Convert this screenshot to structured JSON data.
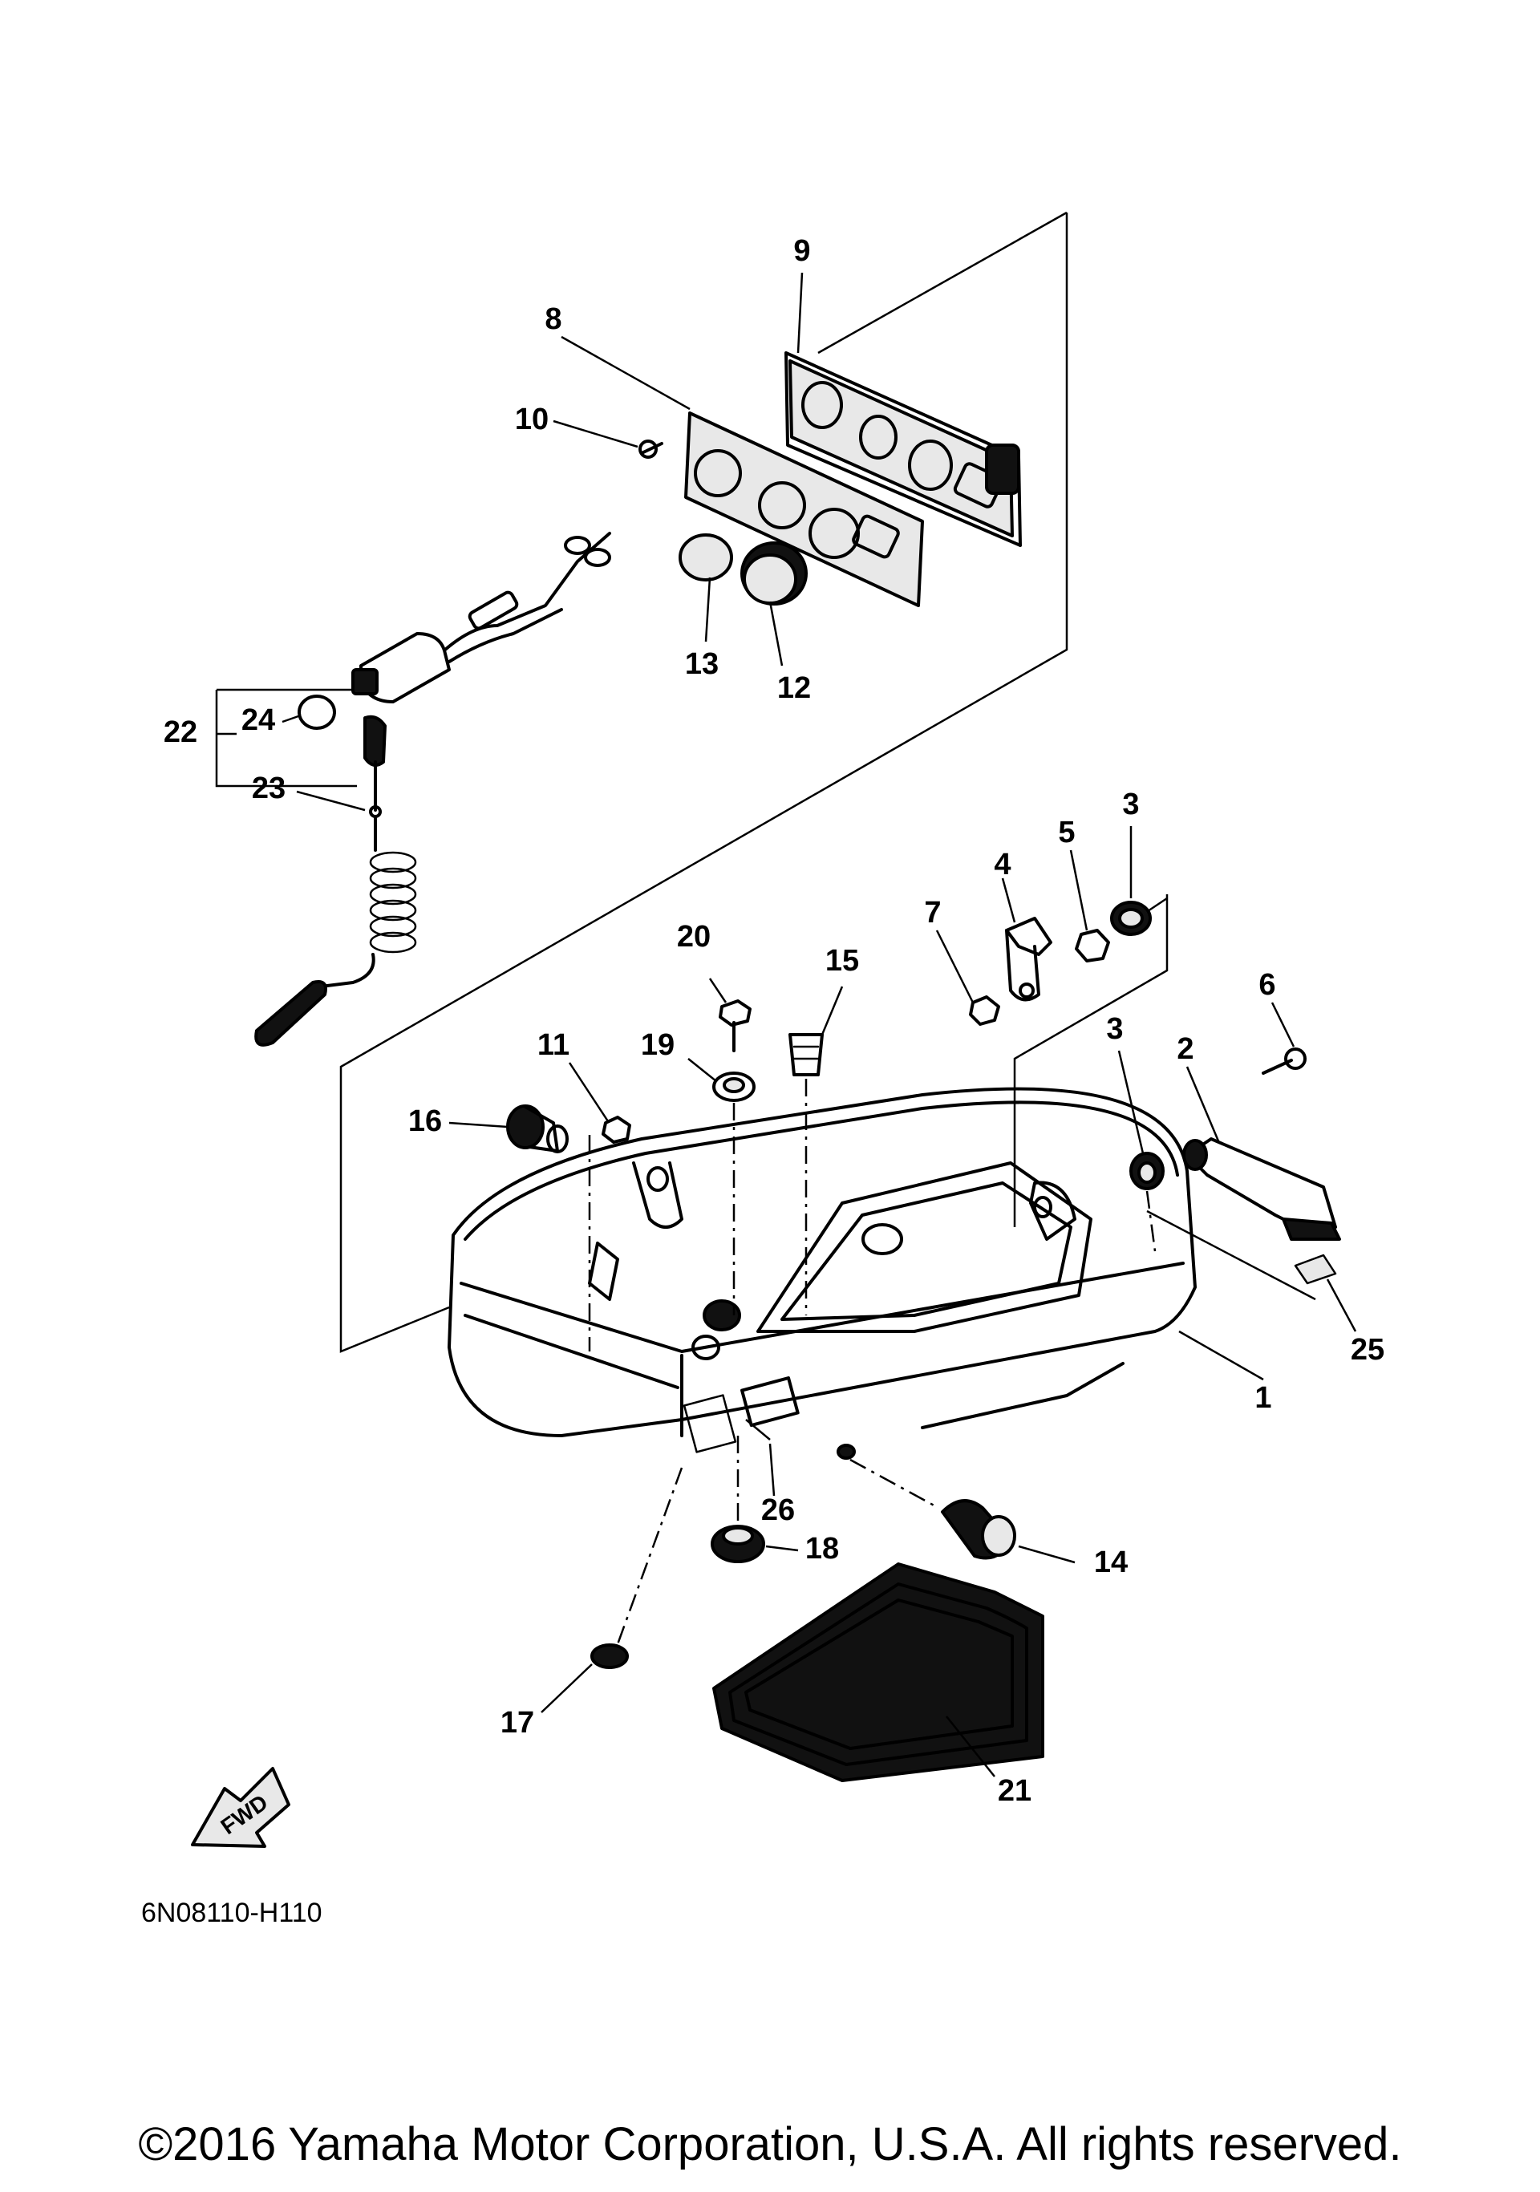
{
  "diagram": {
    "code": "6N08110-H110",
    "copyright": "©2016 Yamaha Motor Corporation, U.S.A. All rights reserved.",
    "direction_label": "FWD",
    "callouts": [
      "1",
      "2",
      "3",
      "3",
      "4",
      "5",
      "6",
      "7",
      "8",
      "9",
      "10",
      "11",
      "12",
      "13",
      "14",
      "15",
      "16",
      "17",
      "18",
      "19",
      "20",
      "21",
      "22",
      "23",
      "24",
      "25",
      "26"
    ]
  }
}
